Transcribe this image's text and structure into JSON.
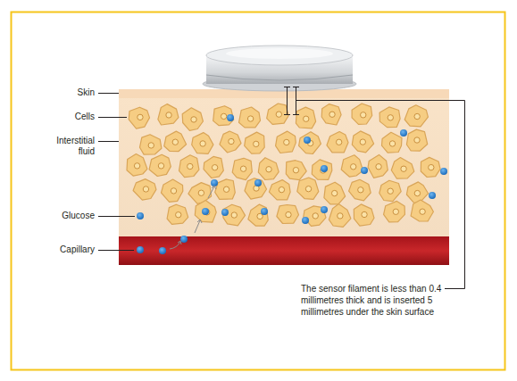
{
  "diagram": {
    "labels": [
      "Skin",
      "Cells",
      "Interstitial fluid",
      "Glucose",
      "Capillary",
      "The sensor filament is less than 0.4 millimetres thick and is inserted 5 millimetres under the skin surface"
    ]
  }
}
